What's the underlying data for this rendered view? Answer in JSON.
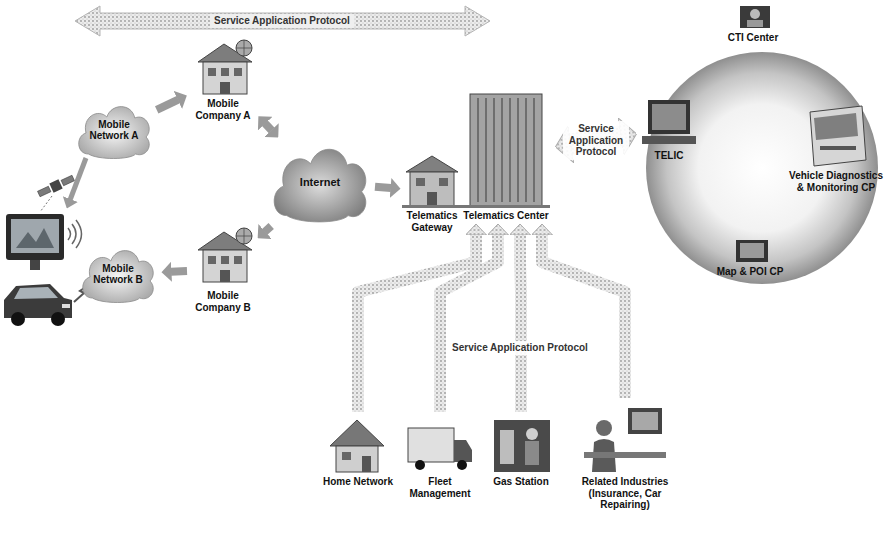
{
  "diagram": {
    "nodes": [
      {
        "text": [
          "Mobile Network A"
        ]
      },
      {
        "text": [
          "Mobile Company A"
        ]
      },
      {
        "text": [
          "Internet"
        ]
      },
      {
        "text": [
          "Mobile Network B"
        ]
      },
      {
        "text": [
          "Mobile Company B"
        ]
      },
      {
        "text": [
          "Telematics Gateway"
        ]
      },
      {
        "text": [
          "Telematics Center"
        ]
      },
      {
        "text": [
          "TELIC"
        ]
      },
      {
        "text": [
          "CTI Center"
        ]
      },
      {
        "text": [
          "Vehicle Diagnostics & Monitoring CP"
        ]
      },
      {
        "text": [
          "Map & POI CP"
        ]
      },
      {
        "text": [
          "Home Network"
        ]
      },
      {
        "text": [
          "Fleet Management"
        ]
      },
      {
        "text": [
          "Gas Station"
        ]
      },
      {
        "text": [
          "Related Industries (Insurance, Car Repairing)"
        ]
      }
    ],
    "edges": [
      {
        "from": 0,
        "to": 1,
        "arrow": "to"
      },
      {
        "from": 1,
        "to": 2,
        "arrow": "both"
      },
      {
        "from": 4,
        "to": 3,
        "arrow": "to"
      },
      {
        "from": 2,
        "to": 4,
        "arrow": "to"
      },
      {
        "from": 2,
        "to": 5,
        "arrow": "to"
      },
      {
        "from": 6,
        "to": 7,
        "label": "Service Application Protocol",
        "arrow": "both"
      },
      {
        "from": 11,
        "to": 6,
        "arrow": "to"
      },
      {
        "from": 12,
        "to": 6,
        "arrow": "to"
      },
      {
        "from": 13,
        "to": 6,
        "arrow": "to"
      },
      {
        "from": 14,
        "to": 6,
        "arrow": "to"
      }
    ],
    "labels": [
      "Service Application Protocol",
      "Service Application Protocol"
    ]
  }
}
